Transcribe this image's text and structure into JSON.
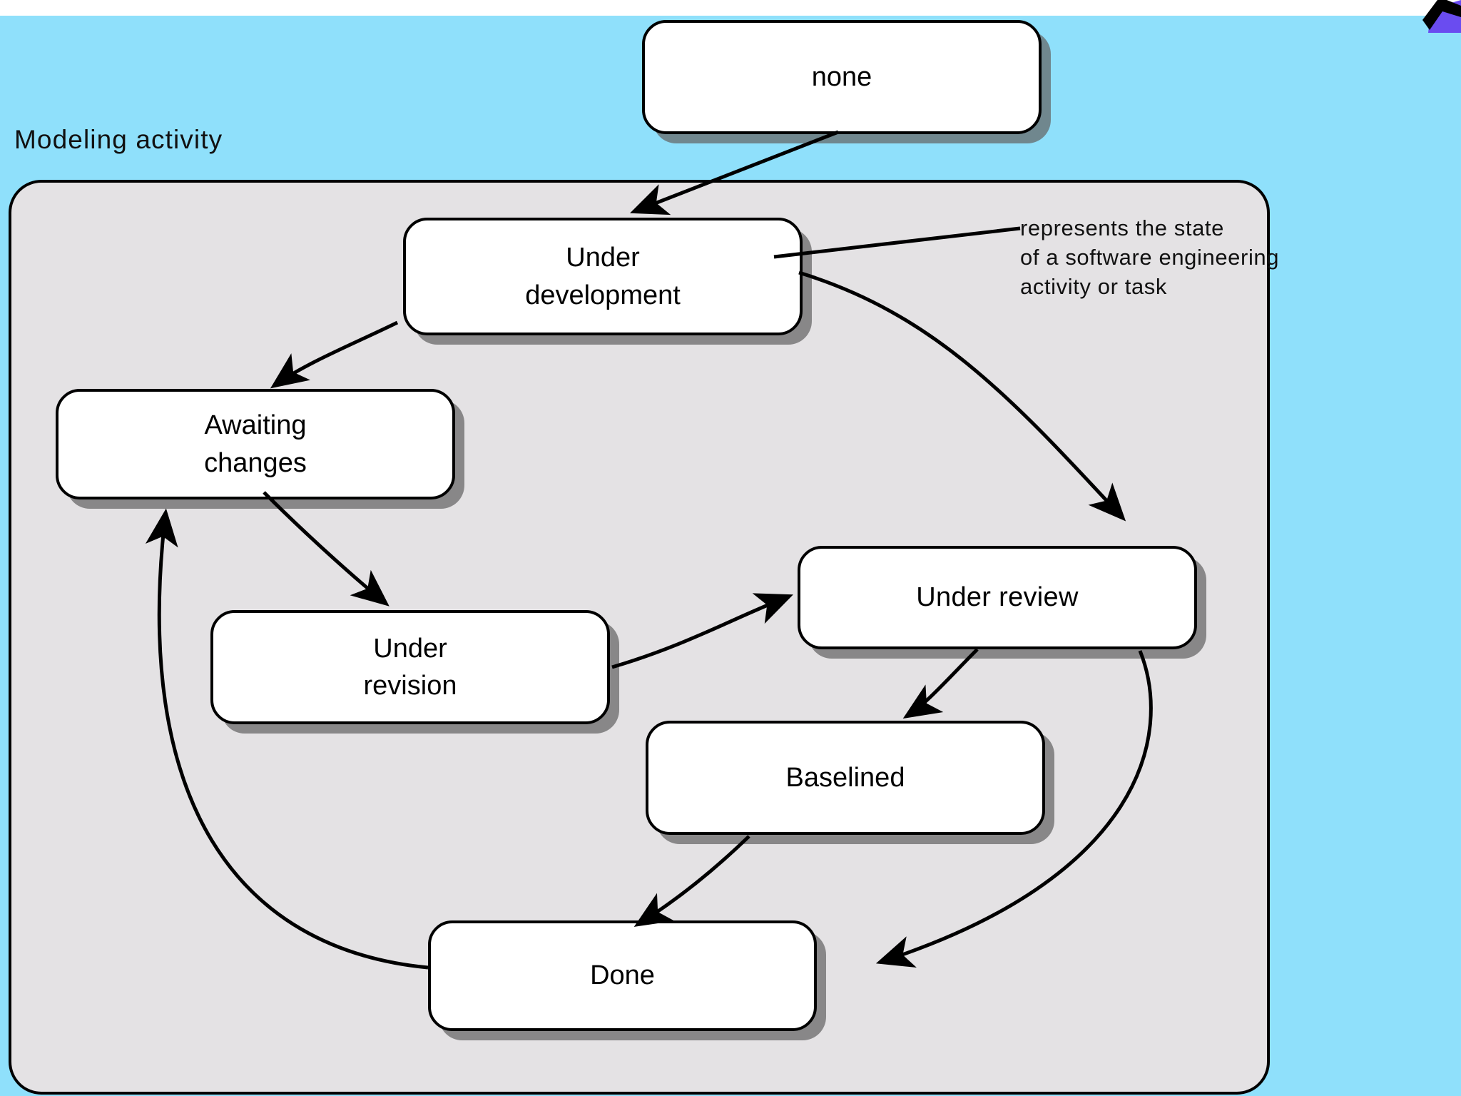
{
  "slide": {
    "background_color": "#8fe0fb",
    "panel_color": "#e4e2e4",
    "node_color": "#ffffff",
    "line_color": "#000000"
  },
  "composite": {
    "title": "Modeling activity"
  },
  "annotation": {
    "line1": "represents the state",
    "line2": "of a software engineering",
    "line3": "activity or task"
  },
  "states": [
    {
      "id": "none",
      "label_line1": "none",
      "label_line2": ""
    },
    {
      "id": "under-development",
      "label_line1": "Under",
      "label_line2": "development"
    },
    {
      "id": "awaiting-changes",
      "label_line1": "Awaiting",
      "label_line2": "changes"
    },
    {
      "id": "under-revision",
      "label_line1": "Under",
      "label_line2": "revision"
    },
    {
      "id": "under-review",
      "label_line1": "Under review",
      "label_line2": ""
    },
    {
      "id": "baselined",
      "label_line1": "Baselined",
      "label_line2": ""
    },
    {
      "id": "done",
      "label_line1": "Done",
      "label_line2": ""
    }
  ],
  "transitions": [
    {
      "from": "none",
      "to": "under-development"
    },
    {
      "from": "under-development",
      "to": "awaiting-changes"
    },
    {
      "from": "under-development",
      "to": "under-review"
    },
    {
      "from": "awaiting-changes",
      "to": "under-revision"
    },
    {
      "from": "under-revision",
      "to": "under-review"
    },
    {
      "from": "under-review",
      "to": "baselined"
    },
    {
      "from": "under-review",
      "to": "done"
    },
    {
      "from": "baselined",
      "to": "done"
    },
    {
      "from": "done",
      "to": "awaiting-changes"
    }
  ]
}
